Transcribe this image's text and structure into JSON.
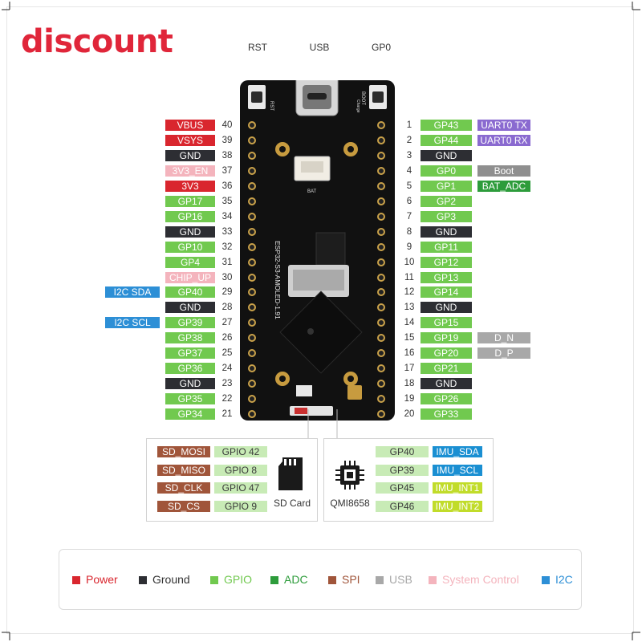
{
  "watermark": "discount",
  "top_labels": {
    "rst": "RST",
    "usb": "USB",
    "gp0": "GP0"
  },
  "board": {
    "model": "ESP32-S3-AMOLED-1.91",
    "rst_silk": "RST",
    "boot_silk": "BOOT",
    "bat_silk": "BAT",
    "charge_silk": "Charge"
  },
  "left_pins": [
    {
      "num": "40",
      "name": "VBUS",
      "cat": "power"
    },
    {
      "num": "39",
      "name": "VSYS",
      "cat": "power"
    },
    {
      "num": "38",
      "name": "GND",
      "cat": "gnd"
    },
    {
      "num": "37",
      "name": "3V3_EN",
      "cat": "sys"
    },
    {
      "num": "36",
      "name": "3V3",
      "cat": "power"
    },
    {
      "num": "35",
      "name": "GP17",
      "cat": "gpio"
    },
    {
      "num": "34",
      "name": "GP16",
      "cat": "gpio"
    },
    {
      "num": "33",
      "name": "GND",
      "cat": "gnd"
    },
    {
      "num": "32",
      "name": "GP10",
      "cat": "gpio"
    },
    {
      "num": "31",
      "name": "GP4",
      "cat": "gpio"
    },
    {
      "num": "30",
      "name": "CHIP_UP",
      "cat": "sys"
    },
    {
      "num": "29",
      "name": "GP40",
      "cat": "gpio",
      "extra": "I2C SDA",
      "extra_cat": "i2c"
    },
    {
      "num": "28",
      "name": "GND",
      "cat": "gnd"
    },
    {
      "num": "27",
      "name": "GP39",
      "cat": "gpio",
      "extra": "I2C SCL",
      "extra_cat": "i2c"
    },
    {
      "num": "26",
      "name": "GP38",
      "cat": "gpio"
    },
    {
      "num": "25",
      "name": "GP37",
      "cat": "gpio"
    },
    {
      "num": "24",
      "name": "GP36",
      "cat": "gpio"
    },
    {
      "num": "23",
      "name": "GND",
      "cat": "gnd"
    },
    {
      "num": "22",
      "name": "GP35",
      "cat": "gpio"
    },
    {
      "num": "21",
      "name": "GP34",
      "cat": "gpio"
    }
  ],
  "right_pins": [
    {
      "num": "1",
      "name": "GP43",
      "cat": "gpio",
      "extra": "UART0 TX",
      "extra_cat": "uart"
    },
    {
      "num": "2",
      "name": "GP44",
      "cat": "gpio",
      "extra": "UART0 RX",
      "extra_cat": "uart"
    },
    {
      "num": "3",
      "name": "GND",
      "cat": "gnd"
    },
    {
      "num": "4",
      "name": "GP0",
      "cat": "gpio",
      "extra": "Boot",
      "extra_cat": "grey"
    },
    {
      "num": "5",
      "name": "GP1",
      "cat": "gpio",
      "extra": "BAT_ADC",
      "extra_cat": "adc"
    },
    {
      "num": "6",
      "name": "GP2",
      "cat": "gpio"
    },
    {
      "num": "7",
      "name": "GP3",
      "cat": "gpio"
    },
    {
      "num": "8",
      "name": "GND",
      "cat": "gnd"
    },
    {
      "num": "9",
      "name": "GP11",
      "cat": "gpio"
    },
    {
      "num": "10",
      "name": "GP12",
      "cat": "gpio"
    },
    {
      "num": "11",
      "name": "GP13",
      "cat": "gpio"
    },
    {
      "num": "12",
      "name": "GP14",
      "cat": "gpio"
    },
    {
      "num": "13",
      "name": "GND",
      "cat": "gnd"
    },
    {
      "num": "14",
      "name": "GP15",
      "cat": "gpio"
    },
    {
      "num": "15",
      "name": "GP19",
      "cat": "gpio",
      "extra": "D_N",
      "extra_cat": "lgrey"
    },
    {
      "num": "16",
      "name": "GP20",
      "cat": "gpio",
      "extra": "D_P",
      "extra_cat": "lgrey"
    },
    {
      "num": "17",
      "name": "GP21",
      "cat": "gpio"
    },
    {
      "num": "18",
      "name": "GND",
      "cat": "gnd"
    },
    {
      "num": "19",
      "name": "GP26",
      "cat": "gpio"
    },
    {
      "num": "20",
      "name": "GP33",
      "cat": "gpio"
    }
  ],
  "sd_card": {
    "label": "SD Card",
    "rows": [
      {
        "fn": "SD_MOSI",
        "gpio": "GPIO 42"
      },
      {
        "fn": "SD_MISO",
        "gpio": "GPIO 8"
      },
      {
        "fn": "SD_CLK",
        "gpio": "GPIO 47"
      },
      {
        "fn": "SD_CS",
        "gpio": "GPIO 9"
      }
    ]
  },
  "imu": {
    "label": "QMI8658",
    "rows": [
      {
        "gpio": "GP40",
        "fn": "IMU_SDA",
        "cat": "blue2"
      },
      {
        "gpio": "GP39",
        "fn": "IMU_SCL",
        "cat": "blue2"
      },
      {
        "gpio": "GP45",
        "fn": "IMU_INT1",
        "cat": "lime"
      },
      {
        "gpio": "GP46",
        "fn": "IMU_INT2",
        "cat": "lime"
      }
    ]
  },
  "legend": [
    {
      "label": "Power",
      "color": "#d9262e"
    },
    {
      "label": "Ground",
      "color": "#2d2e33"
    },
    {
      "label": "GPIO",
      "color": "#71c94f"
    },
    {
      "label": "ADC",
      "color": "#2d9c3b"
    },
    {
      "label": "SPI",
      "color": "#a0553a"
    },
    {
      "label": "USB",
      "color": "#a8a8a8"
    },
    {
      "label": "System Control",
      "color": "#f4b4bd"
    },
    {
      "label": "I2C",
      "color": "#2d8fd6"
    }
  ]
}
